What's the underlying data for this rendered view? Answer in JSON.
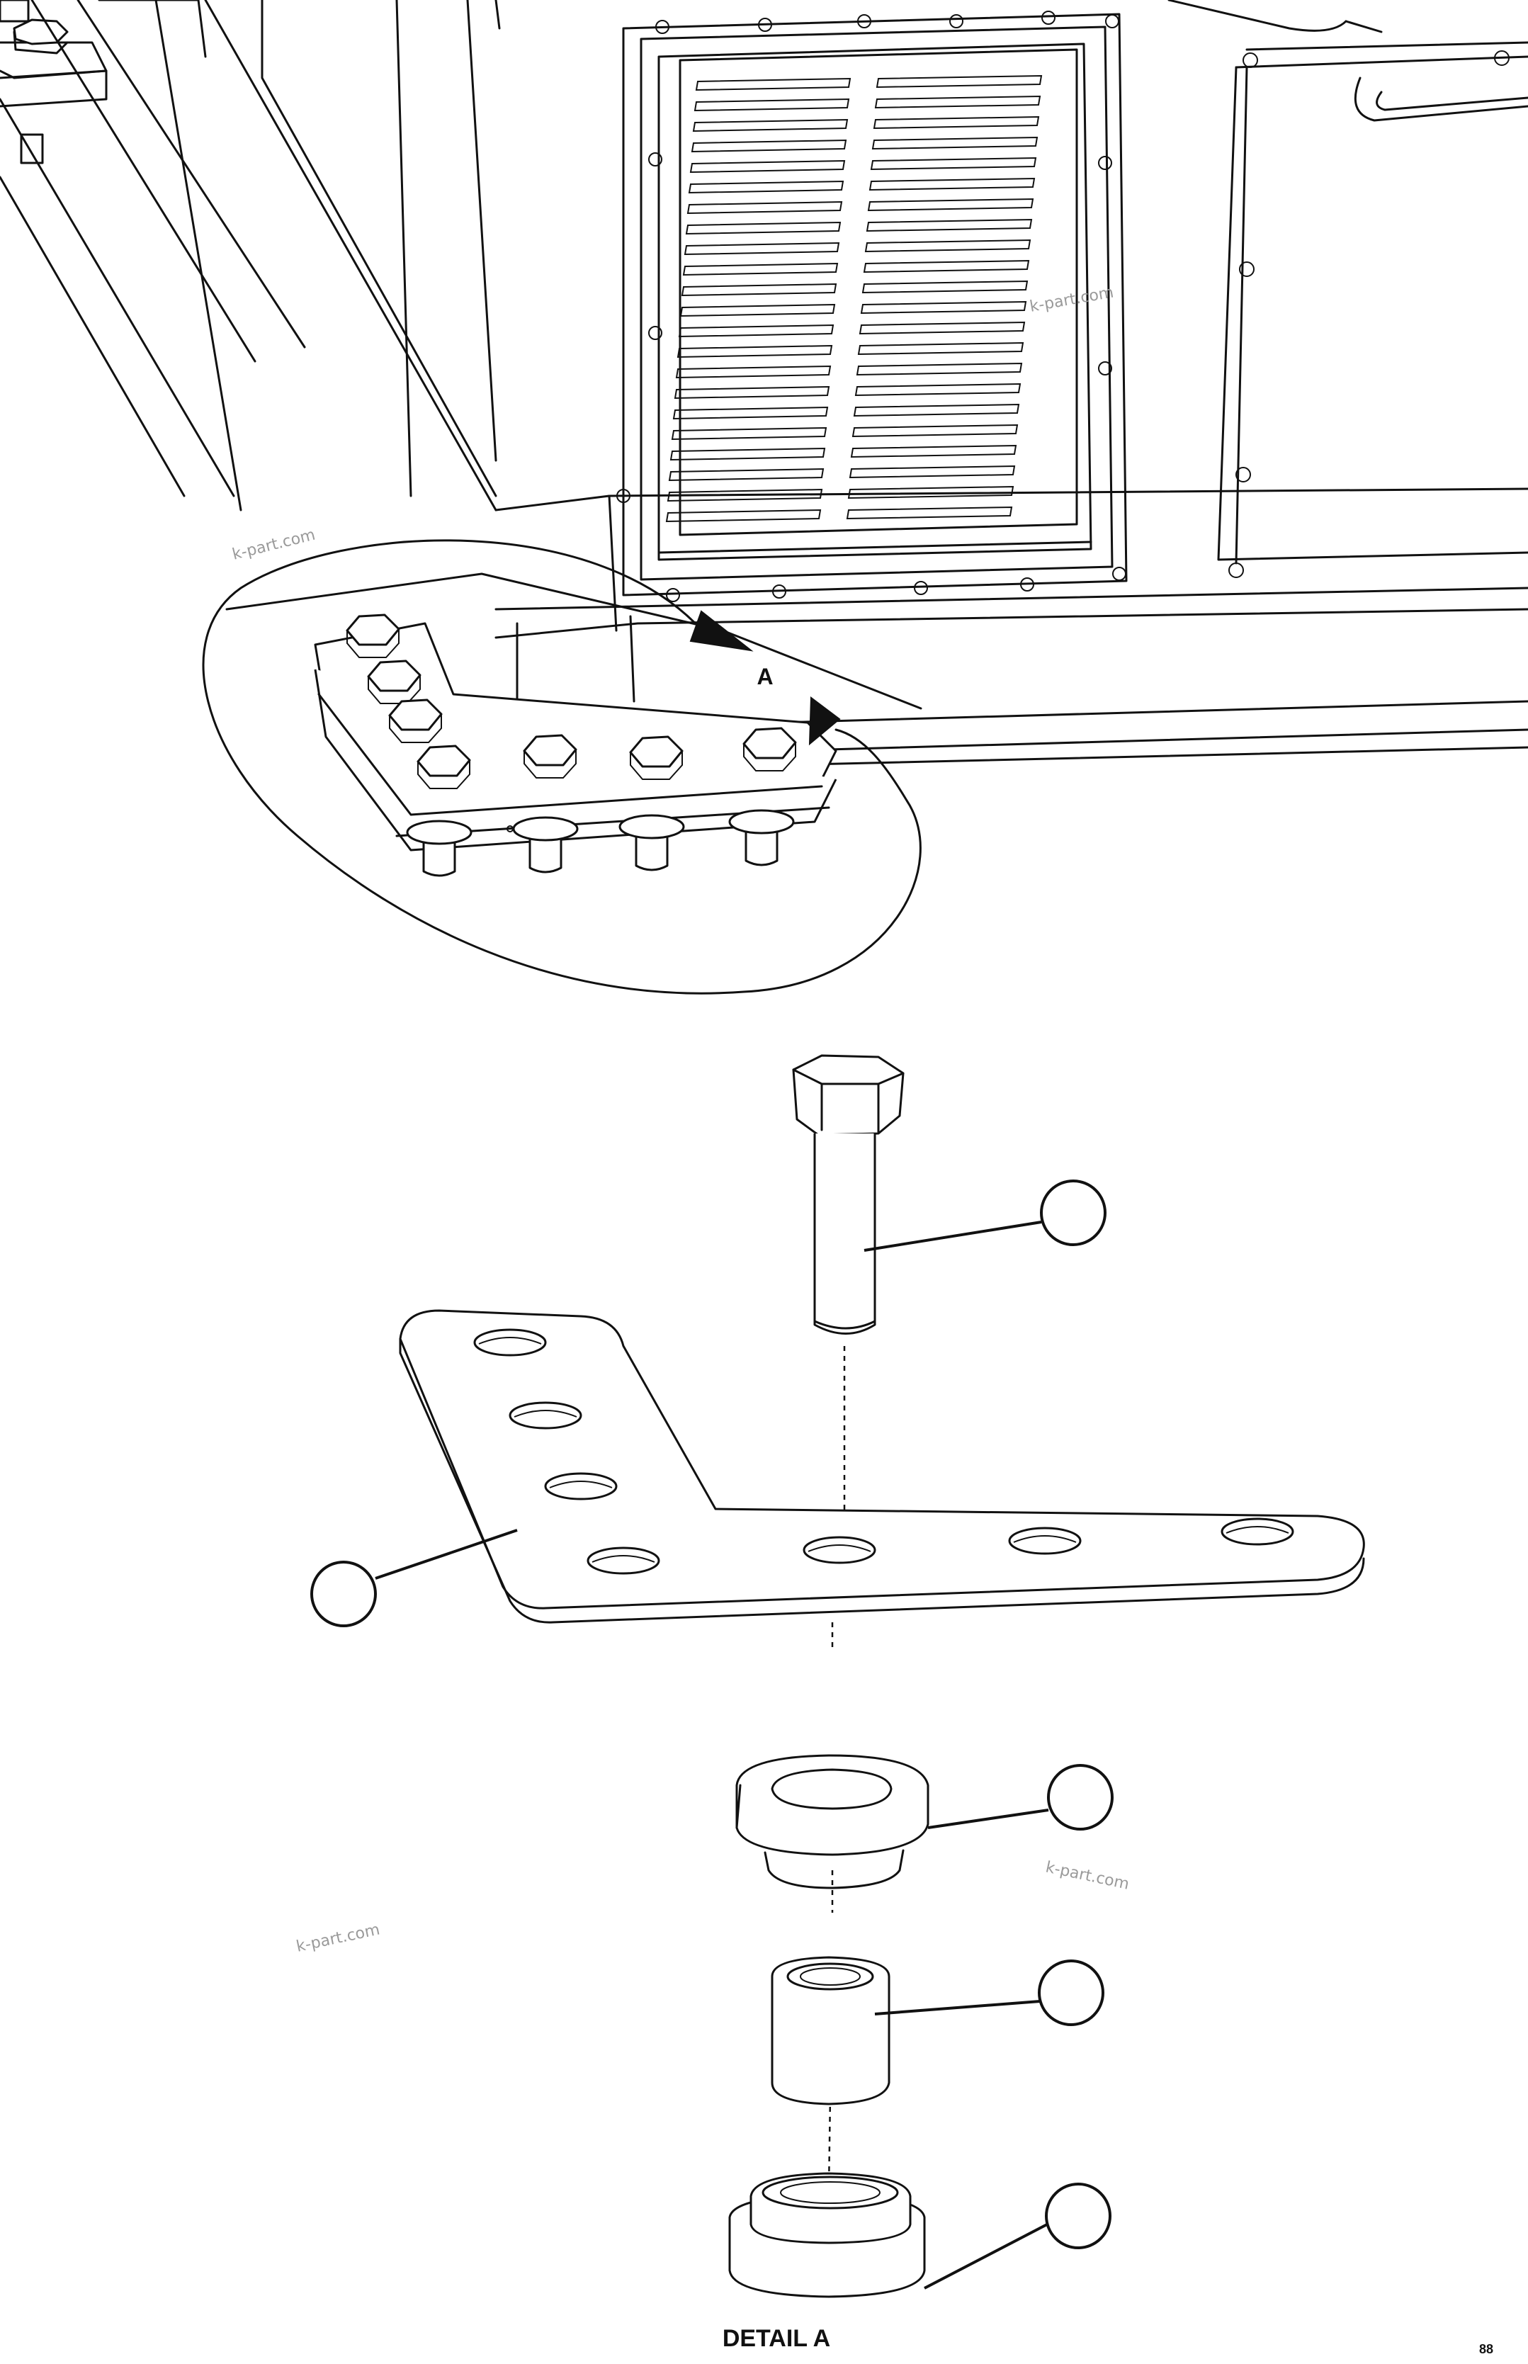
{
  "view_label": "A",
  "detail_title": "DETAIL A",
  "figure_code": "88",
  "watermarks": [
    "k-part.com",
    "k-part.com",
    "k-part.com",
    "k-part.com"
  ],
  "callouts": [
    {
      "part": "bolt",
      "number": ""
    },
    {
      "part": "plate",
      "number": ""
    },
    {
      "part": "upper-mount",
      "number": ""
    },
    {
      "part": "spacer-sleeve",
      "number": ""
    },
    {
      "part": "lower-mount",
      "number": ""
    }
  ]
}
